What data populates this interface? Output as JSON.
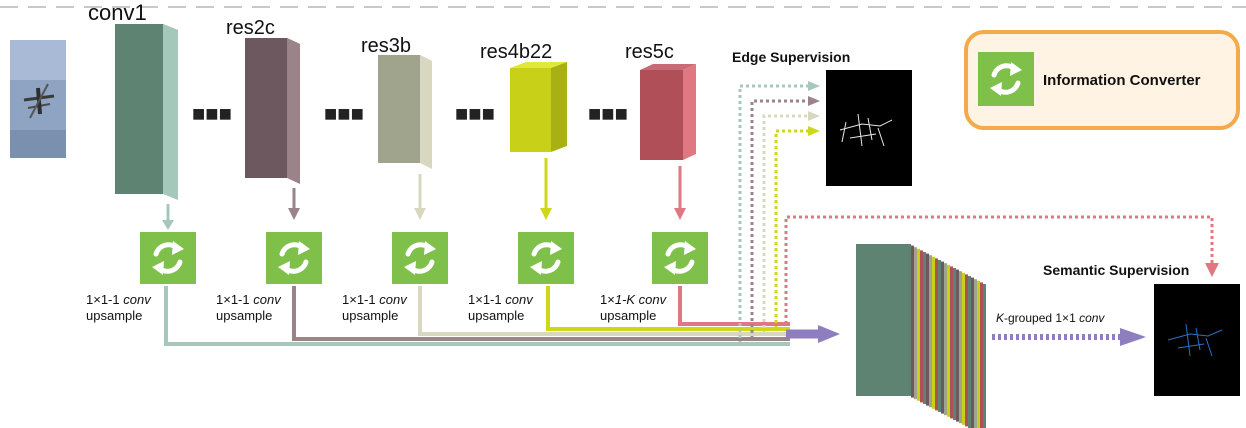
{
  "stages": [
    {
      "id": "conv1",
      "label": "conv1",
      "color": "#5f8372",
      "arrow": "#a6c8bb",
      "conv_a": "1×1-1 ",
      "conv_b": "conv",
      "upsample": "upsample"
    },
    {
      "id": "res2c",
      "label": "res2c",
      "color": "#6c585e",
      "arrow": "#9a8489",
      "conv_a": "1×1-1 ",
      "conv_b": "conv",
      "upsample": "upsample"
    },
    {
      "id": "res3b",
      "label": "res3b",
      "color": "#a0a48d",
      "arrow": "#d8d8c0",
      "conv_a": "1×1-1 ",
      "conv_b": "conv",
      "upsample": "upsample"
    },
    {
      "id": "res4b22",
      "label": "res4b22",
      "color": "#c8d018",
      "arrow": "#cfd818",
      "conv_a": "1×1-1 ",
      "conv_b": "conv",
      "upsample": "upsample"
    },
    {
      "id": "res5c",
      "label": "res5c",
      "color": "#b14f59",
      "arrow": "#e07882",
      "conv_a": "1×",
      "conv_k": "1-K",
      "conv_b": " conv",
      "upsample": "upsample"
    }
  ],
  "ellipsis": "■■■",
  "edge_supervision": "Edge Supervision",
  "semantic_supervision": "Semantic Supervision",
  "legend": {
    "label": "Information Converter",
    "border": "#f4a94a",
    "fill": "#fff4e3"
  },
  "k_grouped": {
    "k": "K",
    "rest": "-grouped 1×1 ",
    "conv": "conv"
  },
  "converter_color": "#7fc04a",
  "merge_color": "#8e7dbf",
  "icons": {
    "converter": "refresh-icon",
    "input": "airplane-photo",
    "edge": "edge-map",
    "semantic": "semantic-map"
  }
}
